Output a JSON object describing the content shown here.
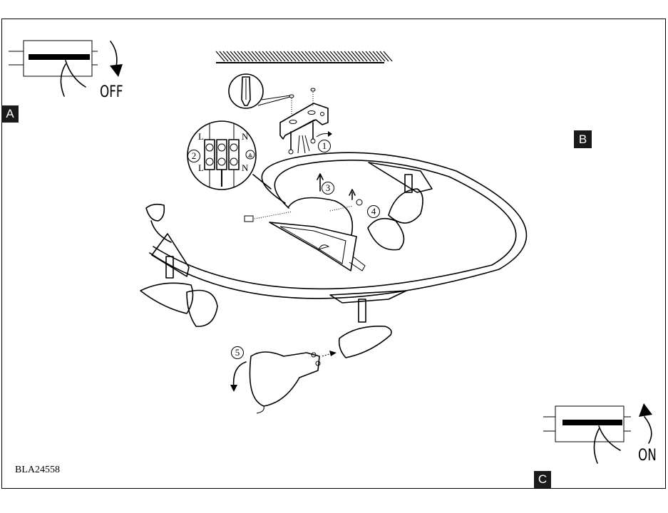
{
  "panels": {
    "a": {
      "badge": "A",
      "action_label": "OFF"
    },
    "b": {
      "badge": "B"
    },
    "c": {
      "badge": "C",
      "action_label": "ON"
    }
  },
  "steps": [
    "1",
    "2",
    "3",
    "4",
    "5"
  ],
  "terminal_labels": {
    "live_top": "L",
    "neutral_top": "N",
    "live_bottom": "L",
    "neutral_bottom": "N"
  },
  "model_code": "BLA24558",
  "colors": {
    "ink": "#000000",
    "badge_bg": "#1a1a1a",
    "paper": "#ffffff"
  }
}
